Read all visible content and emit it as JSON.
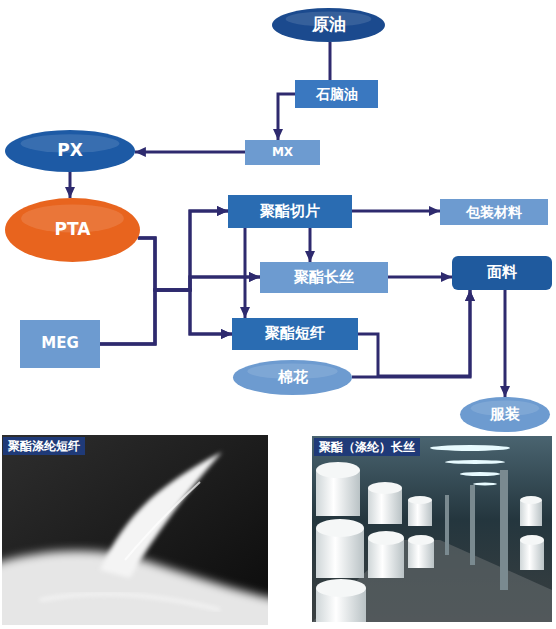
{
  "diagram": {
    "nodes": [
      {
        "text": [
          "原油"
        ]
      },
      {
        "text": [
          "石脑油"
        ]
      },
      {
        "text": [
          "MX"
        ]
      },
      {
        "text": [
          "PX"
        ]
      },
      {
        "text": [
          "PTA"
        ]
      },
      {
        "text": [
          "聚酯切片"
        ]
      },
      {
        "text": [
          "包装材料"
        ]
      },
      {
        "text": [
          "聚酯长丝"
        ]
      },
      {
        "text": [
          "面料"
        ]
      },
      {
        "text": [
          "MEG"
        ]
      },
      {
        "text": [
          "聚酯短纤"
        ]
      },
      {
        "text": [
          "棉花"
        ]
      },
      {
        "text": [
          "服装"
        ]
      }
    ],
    "edges": [
      {
        "from": 0,
        "to": 1,
        "arrow": "none"
      },
      {
        "from": 1,
        "to": 2,
        "arrow": "to"
      },
      {
        "from": 2,
        "to": 3,
        "arrow": "to"
      },
      {
        "from": 3,
        "to": 4,
        "arrow": "to"
      },
      {
        "from": 4,
        "to": 5,
        "arrow": "to"
      },
      {
        "from": 4,
        "to": 7,
        "arrow": "to"
      },
      {
        "from": 4,
        "to": 10,
        "arrow": "to"
      },
      {
        "from": 9,
        "to": 5,
        "arrow": "to"
      },
      {
        "from": 9,
        "to": 7,
        "arrow": "to"
      },
      {
        "from": 9,
        "to": 10,
        "arrow": "to"
      },
      {
        "from": 5,
        "to": 6,
        "arrow": "to"
      },
      {
        "from": 5,
        "to": 7,
        "arrow": "to"
      },
      {
        "from": 5,
        "to": 10,
        "arrow": "to"
      },
      {
        "from": 7,
        "to": 8,
        "arrow": "to"
      },
      {
        "from": 10,
        "to": 8,
        "arrow": "to"
      },
      {
        "from": 11,
        "to": 8,
        "arrow": "to"
      },
      {
        "from": 8,
        "to": 12,
        "arrow": "to"
      }
    ],
    "labels": [
      "聚酯涤纶短纤",
      "聚酯（涤纶）长丝"
    ]
  }
}
